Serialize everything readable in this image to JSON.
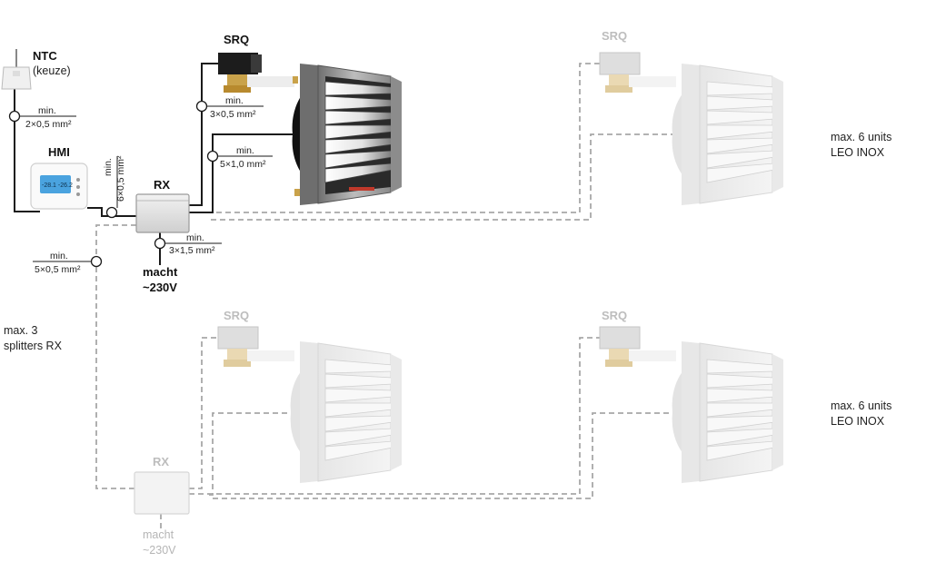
{
  "ntc": {
    "title": "NTC",
    "subtitle": "(keuze)",
    "cable_top": "min.",
    "cable_bottom": "2×0,5 mm²"
  },
  "hmi": {
    "title": "HMI",
    "display": "-28.1 -26.2",
    "cable_top": "min.",
    "cable_bottom": "6×0,5 mm²"
  },
  "rx_main": {
    "title": "RX",
    "power_line1": "macht",
    "power_line2": "~230V",
    "power_cable_top": "min.",
    "power_cable_bottom": "3×1,5 mm²"
  },
  "rx_secondary": {
    "title": "RX",
    "power_line1": "macht",
    "power_line2": "~230V"
  },
  "srq_main": {
    "title": "SRQ",
    "cable_top": "min.",
    "cable_bottom": "3×0,5 mm²"
  },
  "heater_main": {
    "cable_top": "min.",
    "cable_bottom": "5×1,0 mm²"
  },
  "srq_faded": [
    "SRQ",
    "SRQ",
    "SRQ"
  ],
  "splitter_cable": {
    "top": "min.",
    "bottom": "5×0,5 mm²"
  },
  "note_top_right": {
    "line1": "max. 6 units",
    "line2": "LEO INOX"
  },
  "note_bottom_right": {
    "line1": "max. 6 units",
    "line2": "LEO INOX"
  },
  "note_left": {
    "line1": "max. 3",
    "line2": "splitters RX"
  },
  "colors": {
    "wire_solid": "#1a1a1a",
    "wire_dashed": "#a8a8a8",
    "faded": "#d9d9d9",
    "hmi_screen": "#4aa3df"
  }
}
